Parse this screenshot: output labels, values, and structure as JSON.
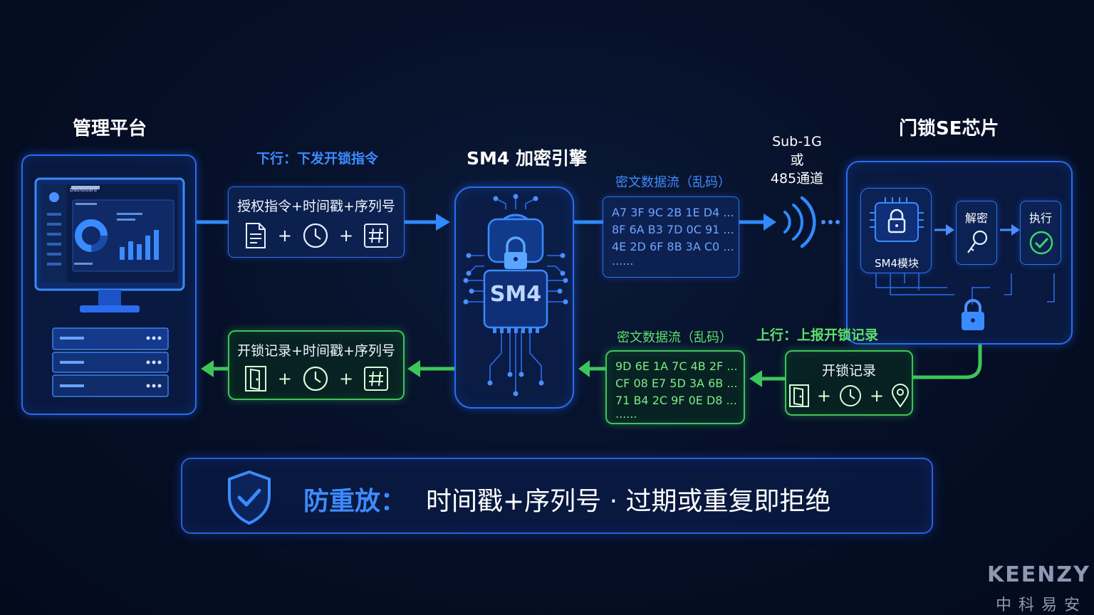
{
  "titles": {
    "platform": "管理平台",
    "engine": "SM4 加密引擎",
    "chip": "门锁SE芯片"
  },
  "downlink": {
    "label": "下行：下发开锁指令",
    "box_text": "授权指令+时间戳+序列号",
    "icons": [
      "document-icon",
      "clock-icon",
      "hash-icon"
    ],
    "cipher_title": "密文数据流（乱码）",
    "cipher_lines": [
      "A7 3F 9C 2B 1E D4 ...",
      "8F 6A B3 7D 0C 91 ...",
      "4E 2D 6F 8B 3A C0 ...",
      "......"
    ]
  },
  "uplink": {
    "label": "上行：上报开锁记录",
    "engine_box_text": "开锁记录+时间戳+序列号",
    "engine_icons": [
      "door-icon",
      "clock-icon",
      "hash-icon"
    ],
    "chip_box_text": "开锁记录",
    "chip_icons": [
      "door-icon",
      "clock-icon",
      "location-pin-icon"
    ],
    "cipher_title": "密文数据流（乱码）",
    "cipher_lines": [
      "9D 6E 1A 7C 4B 2F ...",
      "CF 08 E7 5D 3A 6B ...",
      "71 B4 2C 9F 0E D8 ...",
      "......"
    ]
  },
  "wireless": {
    "lines": [
      "Sub-1G",
      "或",
      "485通道"
    ]
  },
  "engine_chip_label": "SM4",
  "se_chip": {
    "module_label": "SM4模块",
    "decrypt_label": "解密",
    "execute_label": "执行"
  },
  "dashboard": {
    "title": "Dashboard"
  },
  "banner": {
    "prefix": "防重放：",
    "text": "时间戳+序列号 · 过期或重复即拒绝"
  },
  "brand": {
    "name": "KEENZY",
    "sub": "中科易安"
  },
  "colors": {
    "blue_accent": "#2f74f0",
    "green_accent": "#3cc65a",
    "background": "#061028"
  }
}
